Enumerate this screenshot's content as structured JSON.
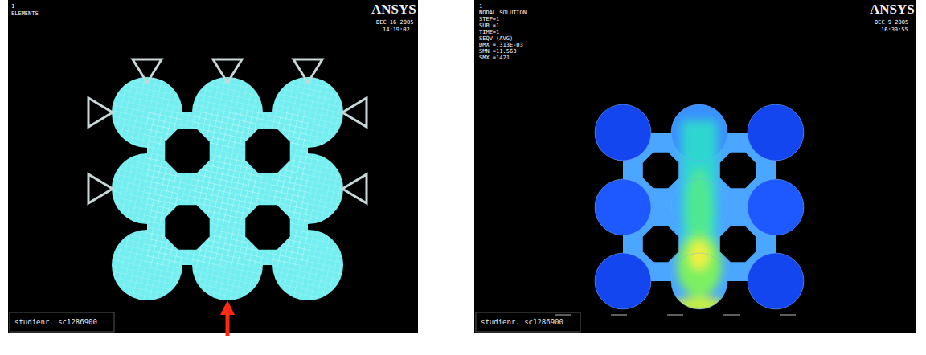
{
  "diagram": {
    "labels": [
      "1",
      "ELEMENTS",
      "ANSYS",
      "DEC 16 2005",
      "14:19:02",
      "studienr. sc1286900",
      "1",
      "NODAL SOLUTION",
      "STEP=1",
      "SUB =1",
      "TIME=1",
      "SEQV (AVG)",
      "DMX =.313E-03",
      "SMN =11.563",
      "SMX =1421",
      "ANSYS",
      "DEC 9 2005",
      "16:39:55",
      "studienr. sc1286900"
    ]
  }
}
